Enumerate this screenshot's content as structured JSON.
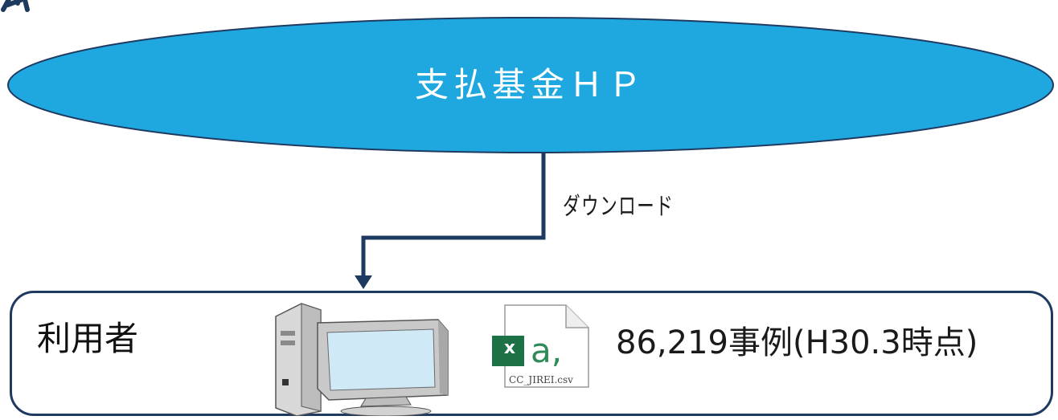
{
  "cloud": {
    "label": "支払基金ＨＰ",
    "fill": "#1fa8e0",
    "stroke": "#1f3a60"
  },
  "flow": {
    "label": "ダウンロード",
    "stroke": "#1f3a60"
  },
  "user_area": {
    "label": "利用者",
    "border": "#1f3a60"
  },
  "computer": {
    "icon": "desktop-computer-icon"
  },
  "file": {
    "icon": "excel-csv-file-icon",
    "name": "CC_JIREI.csv",
    "badge_letter": "x",
    "glyph": "a,",
    "accent": "#1e7145"
  },
  "count": {
    "text": "86,219事例(H30.3時点)"
  }
}
